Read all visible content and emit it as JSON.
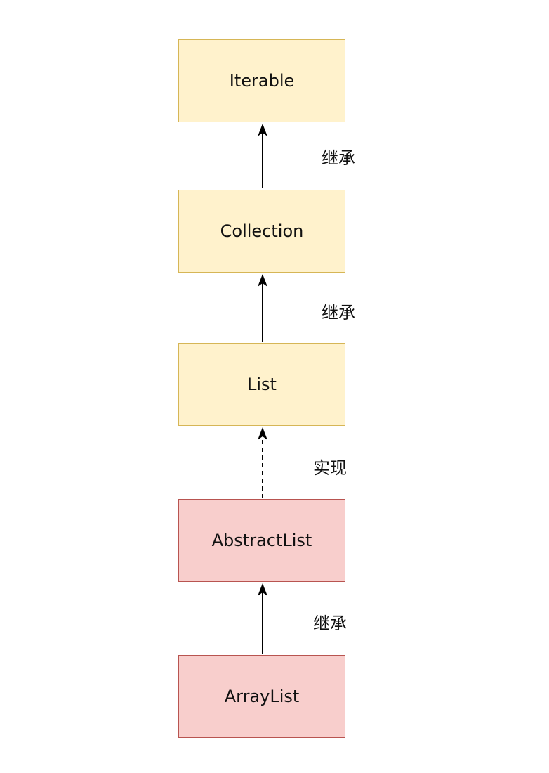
{
  "nodes": {
    "iterable": {
      "label": "Iterable",
      "fill": "#fff2cc",
      "stroke": "#d6b656"
    },
    "collection": {
      "label": "Collection",
      "fill": "#fff2cc",
      "stroke": "#d6b656"
    },
    "list": {
      "label": "List",
      "fill": "#fff2cc",
      "stroke": "#d6b656"
    },
    "abstract_list": {
      "label": "AbstractList",
      "fill": "#f8cecc",
      "stroke": "#b85450"
    },
    "array_list": {
      "label": "ArrayList",
      "fill": "#f8cecc",
      "stroke": "#b85450"
    }
  },
  "edges": [
    {
      "from": "collection",
      "to": "iterable",
      "label": "继承",
      "style": "solid"
    },
    {
      "from": "list",
      "to": "collection",
      "label": "继承",
      "style": "solid"
    },
    {
      "from": "abstract_list",
      "to": "list",
      "label": "实现",
      "style": "dashed"
    },
    {
      "from": "array_list",
      "to": "abstract_list",
      "label": "继承",
      "style": "solid"
    }
  ]
}
